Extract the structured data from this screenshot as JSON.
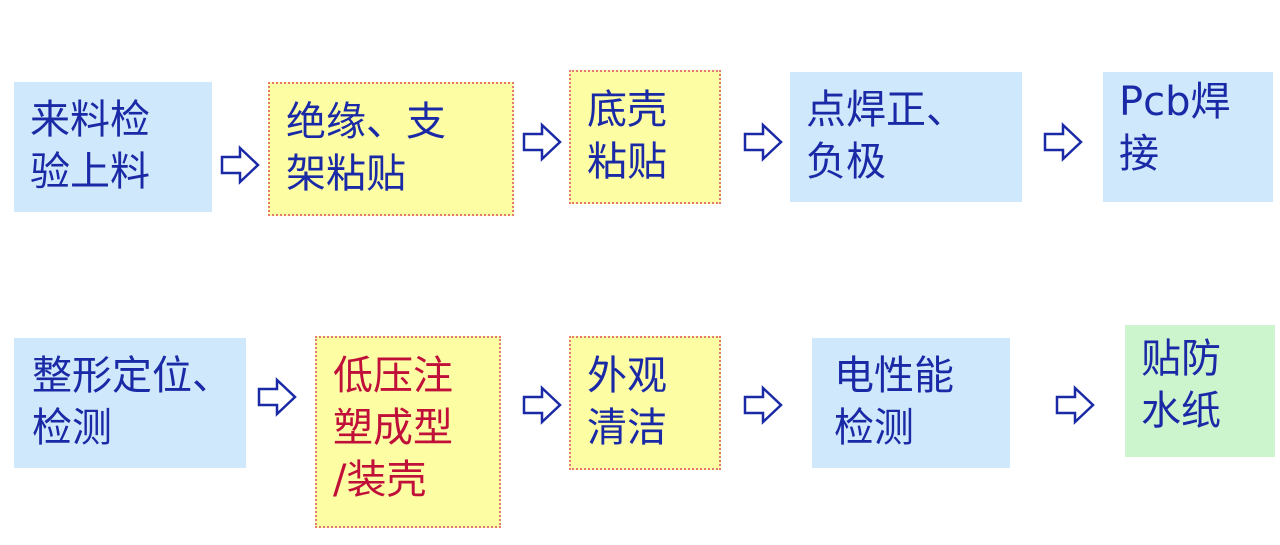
{
  "colors": {
    "blue_box": "#cfe8fb",
    "yellow_box": "#fdfda4",
    "green_box": "#cdf5cd",
    "text_blue": "#1a2aa6",
    "text_red": "#c0103a",
    "dotted_border": "#e27878"
  },
  "row1": {
    "step1": {
      "lines": [
        "来料检",
        "验上料"
      ]
    },
    "step2": {
      "lines": [
        "绝缘、支",
        "架粘贴"
      ]
    },
    "step3": {
      "lines": [
        "底壳",
        "粘贴"
      ]
    },
    "step4": {
      "lines": [
        "点焊正、",
        "负极"
      ]
    },
    "step5": {
      "lines": [
        "Pcb焊",
        "接"
      ]
    }
  },
  "row2": {
    "step1": {
      "lines": [
        "整形定位、",
        "检测"
      ]
    },
    "step2": {
      "lines": [
        "低压注",
        "塑成型",
        "/装壳"
      ]
    },
    "step3": {
      "lines": [
        "外观",
        "清洁"
      ]
    },
    "step4": {
      "lines": [
        "电性能",
        "检测"
      ]
    },
    "step5": {
      "lines": [
        "贴防",
        "水纸"
      ]
    }
  },
  "arrow_icon": "hollow-right-arrow"
}
